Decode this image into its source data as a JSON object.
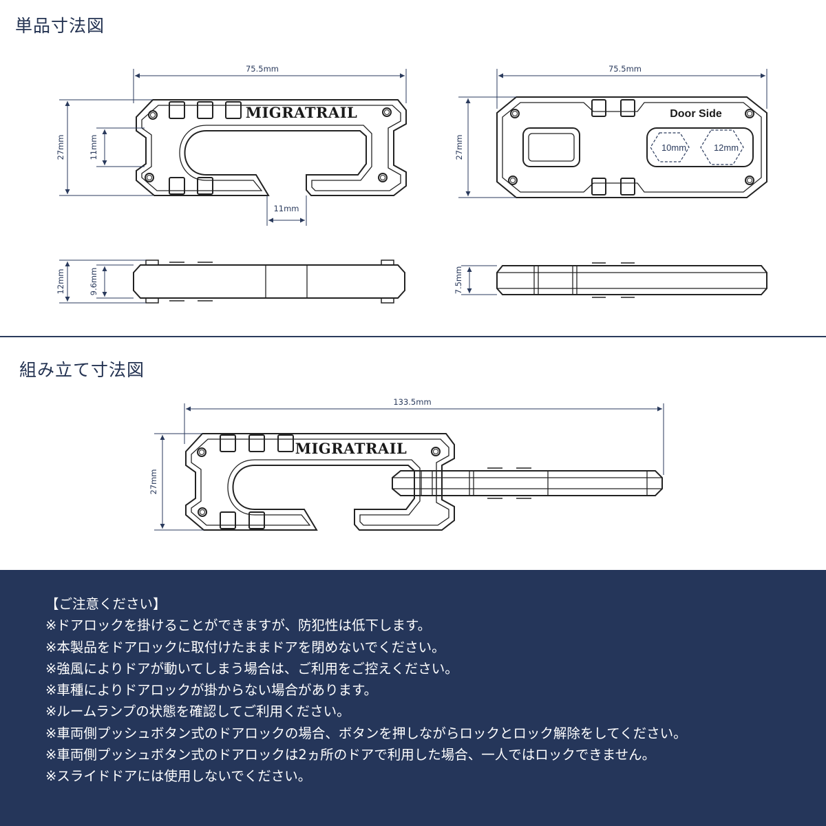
{
  "sections": {
    "single_title": "単品寸法図",
    "assembly_title": "組み立て寸法図"
  },
  "diagram": {
    "brand": "MIGRATRAIL",
    "door_side": "Door Side",
    "hex_small": "10mm",
    "hex_large": "12mm",
    "front_width": "75.5mm",
    "front_height": "27mm",
    "front_slot": "11mm",
    "front_gap": "11mm",
    "back_width": "75.5mm",
    "back_height": "27mm",
    "side_height": "12mm",
    "side_inner": "9.6mm",
    "side2_height": "7.5mm",
    "assembly_width": "133.5mm",
    "assembly_height": "27mm"
  },
  "notes": {
    "heading": "【ご注意ください】",
    "items": [
      "※ドアロックを掛けることができますが、防犯性は低下します。",
      "※本製品をドアロックに取付けたままドアを閉めないでください。",
      "※強風によりドアが動いてしまう場合は、ご利用をご控えください。",
      "※車種によりドアロックが掛からない場合があります。",
      "※ルームランプの状態を確認してご利用ください。",
      "※車両側プッシュボタン式のドアロックの場合、ボタンを押しながらロックとロック解除をしてください。",
      "※車両側プッシュボタン式のドアロックは2ヵ所のドアで利用した場合、一人ではロックできません。",
      "※スライドドアには使用しないでください。"
    ]
  },
  "colors": {
    "navy": "#25365a",
    "line": "#2a3a5c",
    "text": "#ffffff"
  }
}
